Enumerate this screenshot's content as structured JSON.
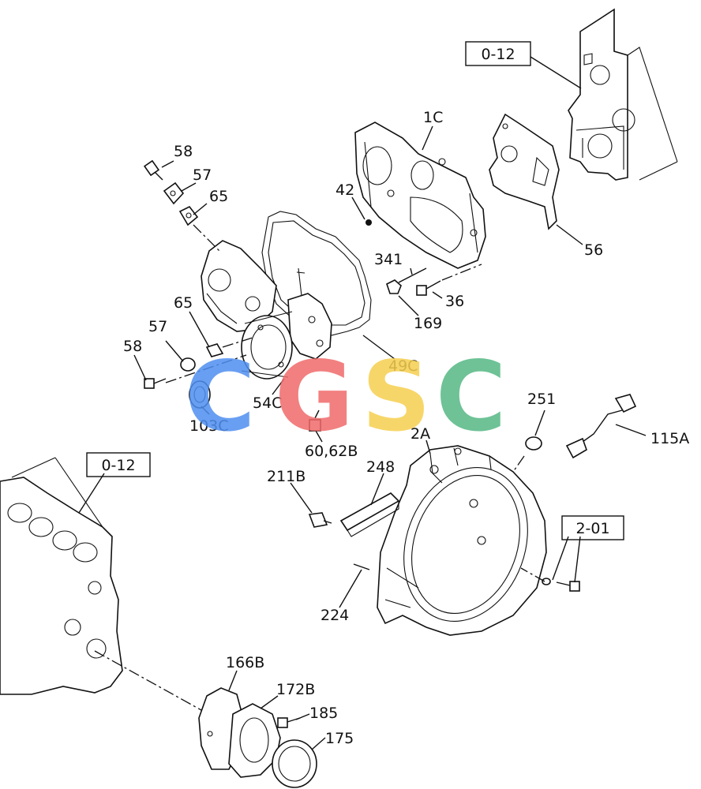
{
  "watermark": {
    "letters": [
      "C",
      "G",
      "S",
      "C"
    ],
    "colors": [
      "#4f8ff0",
      "#f06a6a",
      "#f6cf50",
      "#55b884"
    ]
  },
  "refs": {
    "top_right": "0-12",
    "left": "0-12",
    "right": "2-01"
  },
  "callouts": {
    "p58a": "58",
    "p57a": "57",
    "p65a": "65",
    "p1c": "1C",
    "p42": "42",
    "p56": "56",
    "p341": "341",
    "p36": "36",
    "p169": "169",
    "p65b": "65",
    "p57b": "57",
    "p58b": "58",
    "p49c": "49C",
    "p54c": "54C",
    "p103c": "103C",
    "p6062b": "60,62B",
    "p251": "251",
    "p115a": "115A",
    "p2a": "2A",
    "p248": "248",
    "p211b": "211B",
    "p224": "224",
    "p166b": "166B",
    "p172b": "172B",
    "p185": "185",
    "p175": "175"
  }
}
